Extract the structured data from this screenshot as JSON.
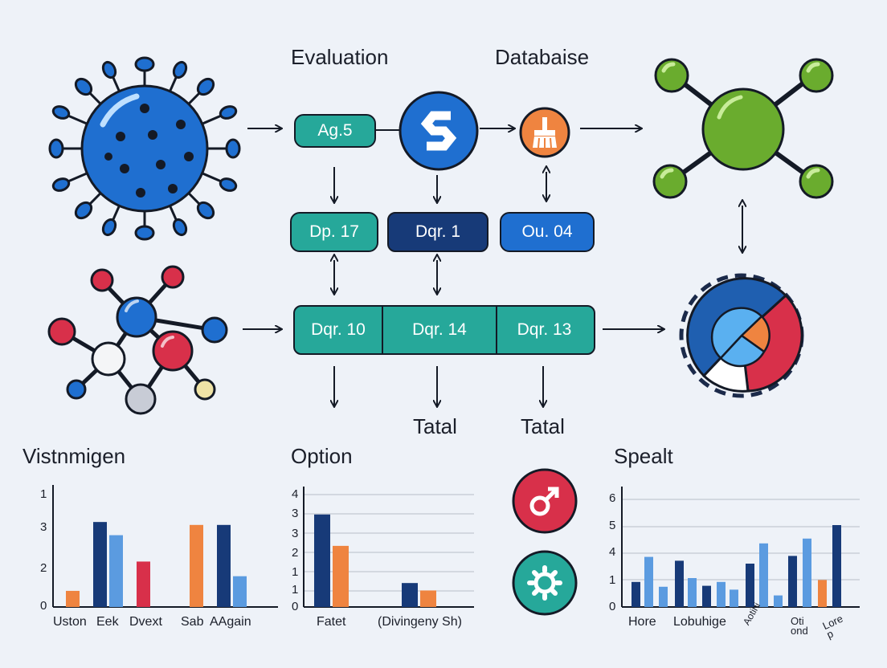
{
  "labels": {
    "evaluation": "Evaluation",
    "database": "Databaise",
    "chip_top": "Ag.5",
    "node_a": "Dp. 17",
    "node_b": "Dqr. 1",
    "node_c": "Ou. 04",
    "seg_1": "Dqr. 10",
    "seg_2": "Dqr. 14",
    "seg_3": "Dqr. 13",
    "total_1": "Tatal",
    "total_2": "Tatal"
  },
  "icons": {
    "virus": "virus-icon",
    "molecule_left": "molecule-icon",
    "molecule_right": "molecule-icon",
    "dollar": "dollar-icon",
    "brush": "brush-icon",
    "pie": "pie-chart-icon",
    "male": "male-symbol-icon",
    "gear": "gear-icon"
  },
  "colors": {
    "teal": "#26a89a",
    "navy": "#173a78",
    "blue": "#1f6fd0",
    "light_blue": "#5b9be0",
    "orange": "#ef8440",
    "red": "#d8304a",
    "green": "#6aac2e",
    "background": "#eef2f8"
  },
  "chart_data": [
    {
      "type": "bar",
      "title": "Vistnmigen",
      "yticks": [
        "1",
        "3",
        "2",
        "0"
      ],
      "categories": [
        "Uston",
        "Eek",
        "Dvext",
        "Sab",
        "AAgain"
      ],
      "ylim": [
        0,
        4
      ],
      "bars": [
        {
          "value": 0.55,
          "color": "#ef8440"
        },
        {
          "value": 2.9,
          "color": "#173a78"
        },
        {
          "value": 2.45,
          "color": "#5b9be0"
        },
        {
          "value": 1.55,
          "color": "#d8304a"
        },
        {
          "value": 2.8,
          "color": "#ef8440"
        },
        {
          "value": 2.8,
          "color": "#173a78"
        },
        {
          "value": 1.05,
          "color": "#5b9be0"
        }
      ]
    },
    {
      "type": "bar",
      "title": "Option",
      "yticks": [
        "4",
        "3",
        "3",
        "2",
        "1",
        "1",
        "0"
      ],
      "categories": [
        "Fatet",
        "(Divingeny Sh)"
      ],
      "ylim": [
        0,
        7
      ],
      "bars": [
        {
          "value": 5.6,
          "color": "#173a78"
        },
        {
          "value": 3.7,
          "color": "#ef8440"
        },
        {
          "value": 1.45,
          "color": "#173a78"
        },
        {
          "value": 1.0,
          "color": "#ef8440"
        }
      ]
    },
    {
      "type": "bar",
      "title": "Spealt",
      "yticks": [
        "6",
        "5",
        "4",
        "1",
        "0"
      ],
      "categories": [
        "Hore",
        "Lobuhige",
        "Aotihi",
        "Oti ond",
        "Lore p"
      ],
      "ylim": [
        0,
        6
      ],
      "bars": [
        {
          "value": 1.3,
          "color": "#173a78"
        },
        {
          "value": 2.6,
          "color": "#5b9be0"
        },
        {
          "value": 1.05,
          "color": "#5b9be0"
        },
        {
          "value": 2.4,
          "color": "#173a78"
        },
        {
          "value": 1.5,
          "color": "#5b9be0"
        },
        {
          "value": 1.1,
          "color": "#173a78"
        },
        {
          "value": 1.3,
          "color": "#5b9be0"
        },
        {
          "value": 0.9,
          "color": "#5b9be0"
        },
        {
          "value": 2.25,
          "color": "#173a78"
        },
        {
          "value": 3.3,
          "color": "#5b9be0"
        },
        {
          "value": 0.6,
          "color": "#5b9be0"
        },
        {
          "value": 2.65,
          "color": "#173a78"
        },
        {
          "value": 3.55,
          "color": "#5b9be0"
        },
        {
          "value": 1.4,
          "color": "#ef8440"
        },
        {
          "value": 4.25,
          "color": "#173a78"
        }
      ]
    }
  ]
}
